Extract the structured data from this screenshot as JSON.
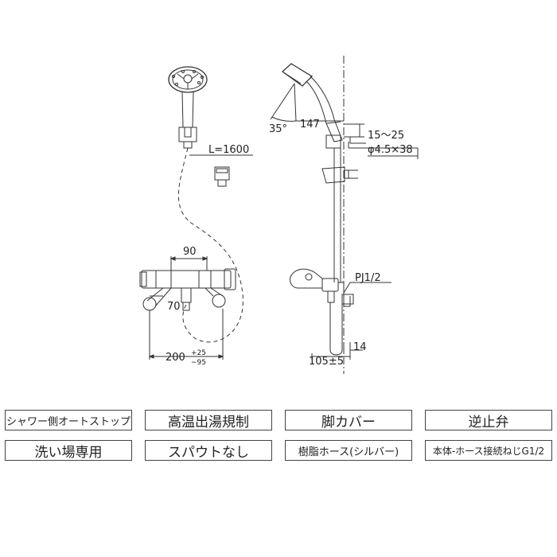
{
  "dimensions": {
    "hose_length": "L=1600",
    "width_90": "90",
    "width_70": "70",
    "spread_200": "200",
    "tol_plus": "+25",
    "tol_minus": "−95",
    "angle_35": "35°",
    "dim_147": "147",
    "dim_15_25": "15～25",
    "dim_pipe": "φ4.5×38",
    "thread": "PJ1/2",
    "dim_14": "14",
    "dim_105": "105±5"
  },
  "features": [
    {
      "label": "シャワー側オートストップ"
    },
    {
      "label": "高温出湯規制"
    },
    {
      "label": "脚カバー"
    },
    {
      "label": "逆止弁"
    },
    {
      "label": "洗い場専用"
    },
    {
      "label": "スパウトなし"
    },
    {
      "label": "樹脂ホース(シルバー)"
    },
    {
      "label": "本体-ホース接続ねじG1/2"
    }
  ]
}
